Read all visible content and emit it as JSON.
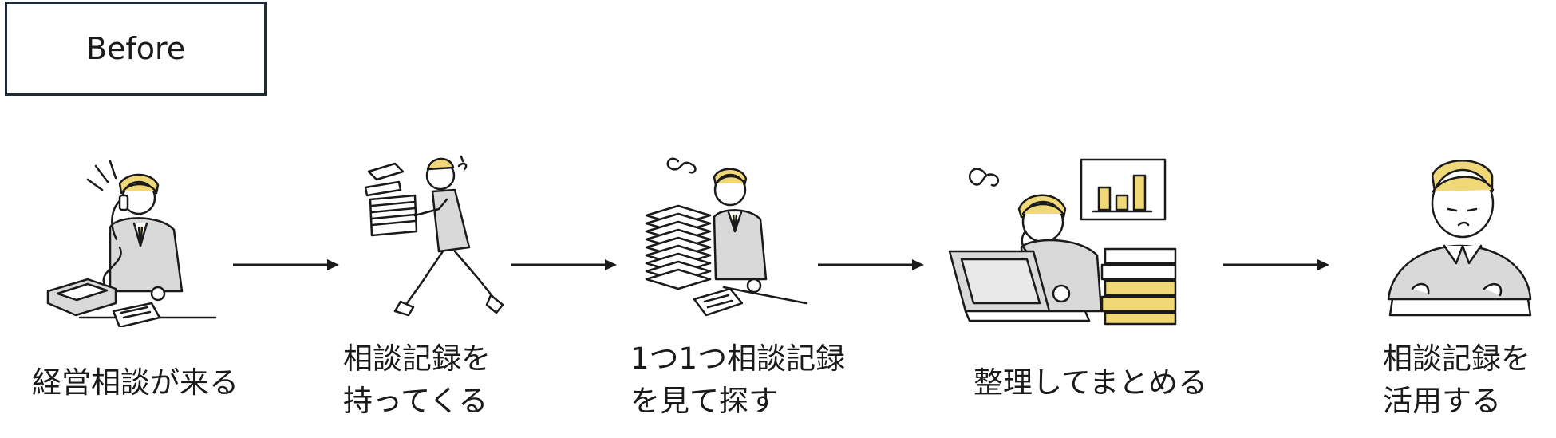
{
  "badge": {
    "label": "Before"
  },
  "steps": [
    {
      "lines": [
        "経営相談が来る"
      ],
      "icon": "phone-call-person-icon"
    },
    {
      "lines": [
        "相談記録を",
        "持ってくる"
      ],
      "icon": "running-with-papers-icon"
    },
    {
      "lines": [
        "1つ1つ相談記録",
        "を見て探す"
      ],
      "icon": "searching-paper-stack-icon"
    },
    {
      "lines": [
        "整理してまとめる"
      ],
      "icon": "laptop-organizing-icon"
    },
    {
      "lines": [
        "相談記録を",
        "活用する"
      ],
      "icon": "using-records-person-icon"
    }
  ],
  "colors": {
    "accent": "#f0d878",
    "line": "#1a1a1a",
    "fill": "#d9d9d9"
  }
}
